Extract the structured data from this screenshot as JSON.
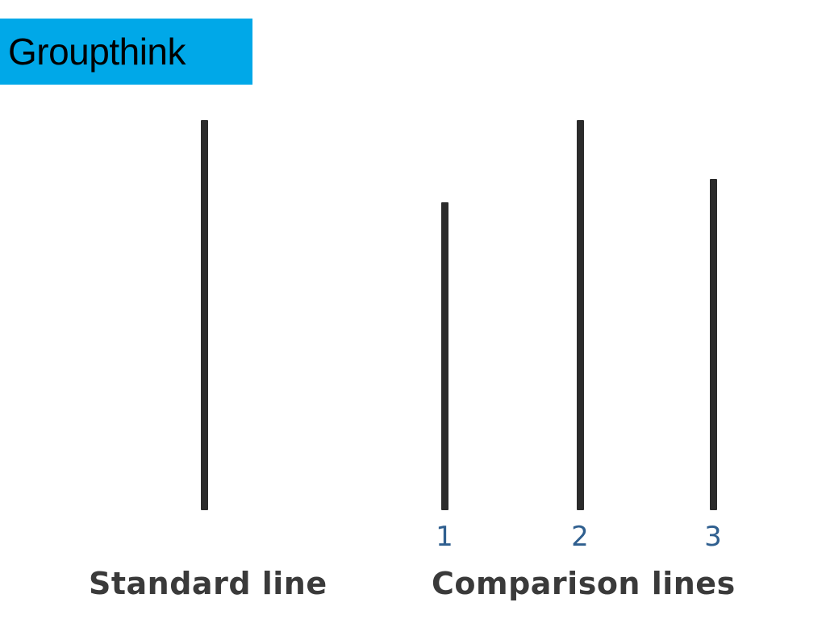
{
  "title": "Groupthink",
  "standard_line": {
    "length": 1.0,
    "caption": "Standard line"
  },
  "comparison": {
    "caption": "Comparison lines",
    "lines": [
      {
        "number": "1",
        "length": 0.79
      },
      {
        "number": "2",
        "length": 1.0
      },
      {
        "number": "3",
        "length": 0.85
      }
    ]
  },
  "colors": {
    "title_background": "#00a8e8",
    "line": "#2b2b2b",
    "number": "#2f5f8f",
    "caption": "#3a3a3a"
  }
}
